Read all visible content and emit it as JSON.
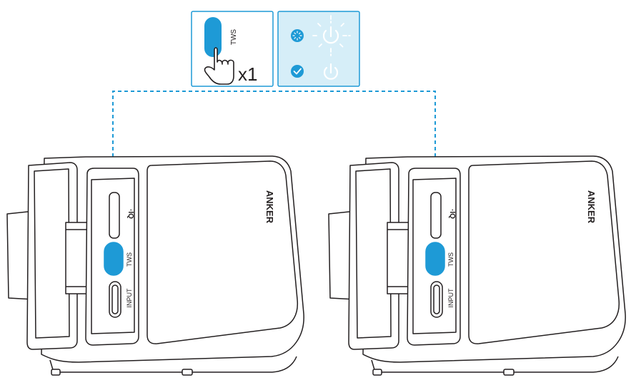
{
  "instruction": {
    "button_label": "TWS",
    "press_count": "x1"
  },
  "status": {
    "pairing_icon": "blinking-blue-indicator-icon",
    "paired_icon": "check-circle-icon",
    "power_icon": "power-icon"
  },
  "speakers": [
    {
      "brand": "ANKER",
      "port_top_label": "·IQ",
      "tws_label": "TWS",
      "input_label": "INPUT"
    },
    {
      "brand": "ANKER",
      "port_top_label": "·IQ",
      "tws_label": "TWS",
      "input_label": "INPUT"
    }
  ],
  "colors": {
    "accent": "#1e9ad6",
    "panel": "#d6eef8",
    "line": "#231f20"
  }
}
